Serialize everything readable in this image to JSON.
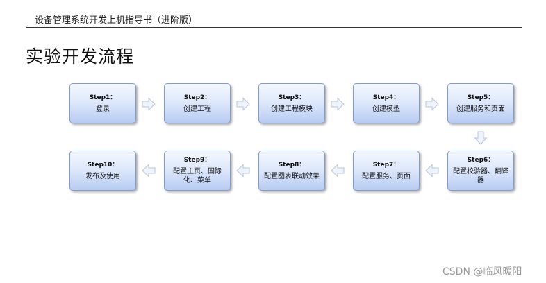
{
  "header": {
    "doc_title": "设备管理系统开发上机指导书（进阶版）"
  },
  "page_title": "实验开发流程",
  "steps": [
    {
      "id": "Step1：",
      "label": "登录"
    },
    {
      "id": "Step2：",
      "label": "创建工程"
    },
    {
      "id": "Step3：",
      "label": "创建工程模块"
    },
    {
      "id": "Step4：",
      "label": "创建模型"
    },
    {
      "id": "Step5：",
      "label": "创建服务和页面"
    },
    {
      "id": "Step6：",
      "label": "配置校验器、翻译器"
    },
    {
      "id": "Step7：",
      "label": "配置服务、页面"
    },
    {
      "id": "Step8：",
      "label": "配置图表联动效果"
    },
    {
      "id": "Step9：",
      "label": "配置主页、国际化、菜单"
    },
    {
      "id": "Step10：",
      "label": "发布及使用"
    }
  ],
  "watermark": "CSDN @临风暖阳",
  "colors": {
    "step_fill_top": "#f4f8ff",
    "step_fill_bottom": "#b7ccf2",
    "step_border": "#7f9ccd",
    "arrow_fill": "#eef3fc",
    "arrow_stroke": "#b6c4da"
  },
  "icons": {
    "flow_arrow": "chevron-arrow-icon"
  }
}
